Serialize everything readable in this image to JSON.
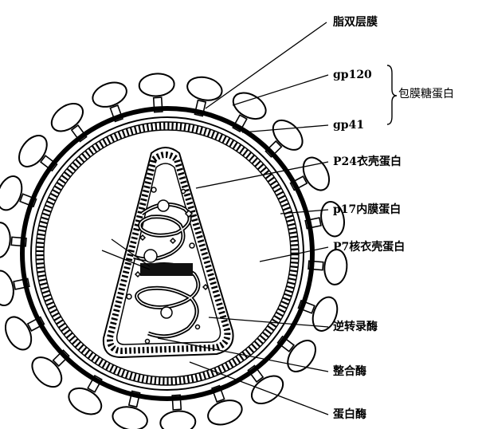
{
  "labels": {
    "lipid_bilayer": "脂双层膜",
    "gp120": "gp120",
    "gp41": "gp41",
    "envelope_glycoprotein": "包膜糖蛋白",
    "p24": "P24衣壳蛋白",
    "p17": "p17内膜蛋白",
    "p7": "P7核衣壳蛋白",
    "reverse_transcriptase": "逆转录酶",
    "integrase": "整合酶",
    "protease": "蛋白酶"
  }
}
